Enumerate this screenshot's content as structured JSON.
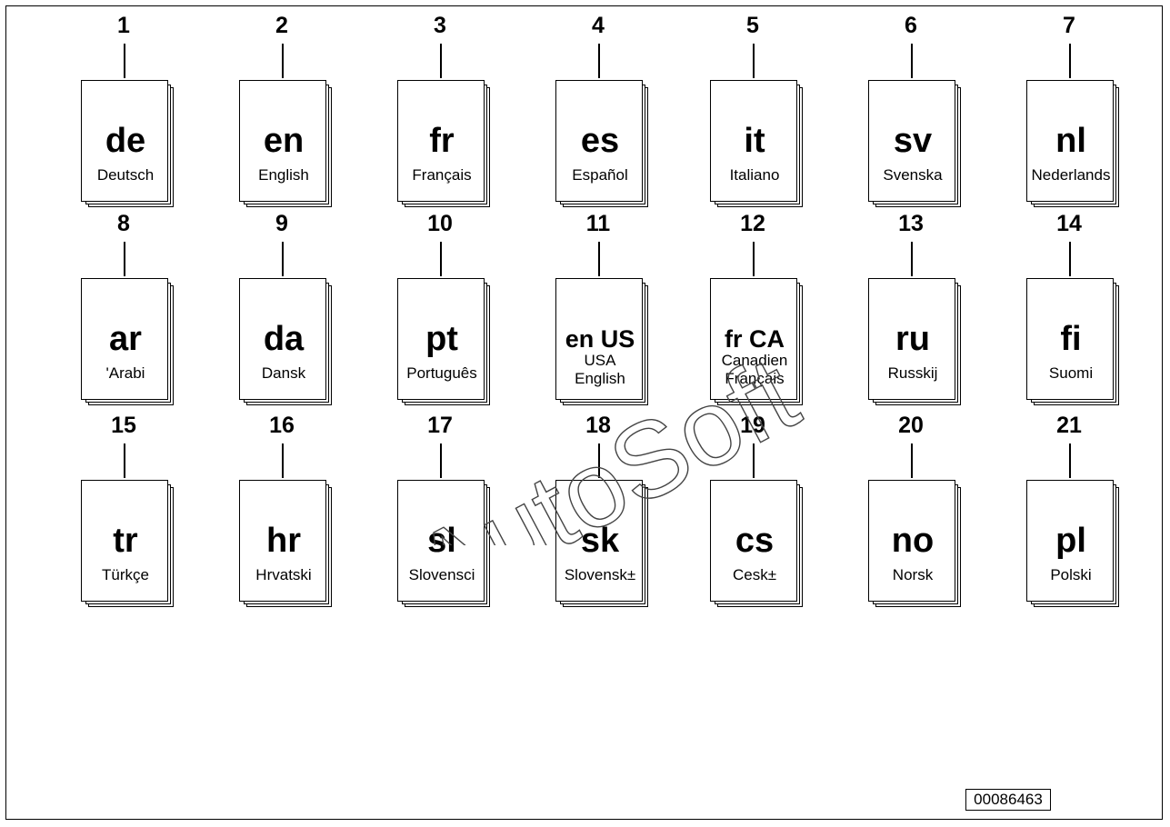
{
  "items": [
    {
      "number": "1",
      "code": "de",
      "lang": "Deutsch"
    },
    {
      "number": "2",
      "code": "en",
      "lang": "English"
    },
    {
      "number": "3",
      "code": "fr",
      "lang": "Français"
    },
    {
      "number": "4",
      "code": "es",
      "lang": "Español"
    },
    {
      "number": "5",
      "code": "it",
      "lang": "Italiano"
    },
    {
      "number": "6",
      "code": "sv",
      "lang": "Svenska"
    },
    {
      "number": "7",
      "code": "nl",
      "lang": "Nederlands"
    },
    {
      "number": "8",
      "code": "ar",
      "lang": "'Arabi"
    },
    {
      "number": "9",
      "code": "da",
      "lang": "Dansk"
    },
    {
      "number": "10",
      "code": "pt",
      "lang": "Português"
    },
    {
      "number": "11",
      "code": "en US",
      "lang": "USA",
      "lang2": "English"
    },
    {
      "number": "12",
      "code": "fr CA",
      "lang": "Canadien",
      "lang2": "Français"
    },
    {
      "number": "13",
      "code": "ru",
      "lang": "Russkij"
    },
    {
      "number": "14",
      "code": "fi",
      "lang": "Suomi"
    },
    {
      "number": "15",
      "code": "tr",
      "lang": "Türkçe"
    },
    {
      "number": "16",
      "code": "hr",
      "lang": "Hrvatski"
    },
    {
      "number": "17",
      "code": "sl",
      "lang": "Slovensci"
    },
    {
      "number": "18",
      "code": "sk",
      "lang": "Slovensk±"
    },
    {
      "number": "19",
      "code": "cs",
      "lang": "Cesk±"
    },
    {
      "number": "20",
      "code": "no",
      "lang": "Norsk"
    },
    {
      "number": "21",
      "code": "pl",
      "lang": "Polski"
    }
  ],
  "watermark": "AutoSoft",
  "reference_number": "00086463"
}
